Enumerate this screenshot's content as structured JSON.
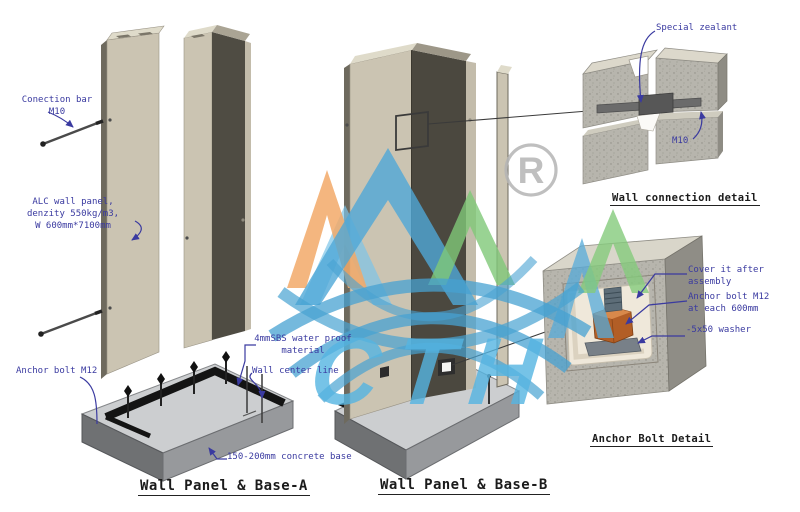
{
  "watermark": {
    "brand_text": "CTH",
    "registered_symbol": "R",
    "colors": {
      "peak_orange": "#F2A968",
      "peak_blue": "#4FA8D7",
      "peak_blue_light": "#7CC4E8",
      "peak_green": "#7FC878",
      "arc_blue": "#47A2D2",
      "letters_blue": "#55B5E2",
      "registered_gray": "#B4B4B4"
    }
  },
  "colors": {
    "label_blue": "#3A3AA0",
    "caption_black": "#1B1B1B"
  },
  "figure_a": {
    "caption": "Wall Panel & Base-A",
    "labels": {
      "connection_bar": "Conection bar\nM10",
      "alc_panel": "ALC wall panel,\ndenzity 550kg/m3,\nW 600mm*7100mm",
      "anchor_bolt": "Anchor bolt M12",
      "waterproof": "4mmSBS water proof\nmaterial",
      "wall_center_line": "Wall center line",
      "concrete_base": "150-200mm concrete base"
    }
  },
  "figure_b": {
    "caption": "Wall Panel & Base-B"
  },
  "detail_connection": {
    "caption": "Wall connection detail",
    "labels": {
      "sealant": "Special zealant",
      "bar_size": "M10"
    }
  },
  "detail_anchor": {
    "caption": "Anchor Bolt Detail",
    "labels": {
      "cover": "Cover it after\nassembly",
      "bolt": "Anchor bolt M12\nat each 600mm",
      "washer": "-5x50 washer"
    }
  }
}
